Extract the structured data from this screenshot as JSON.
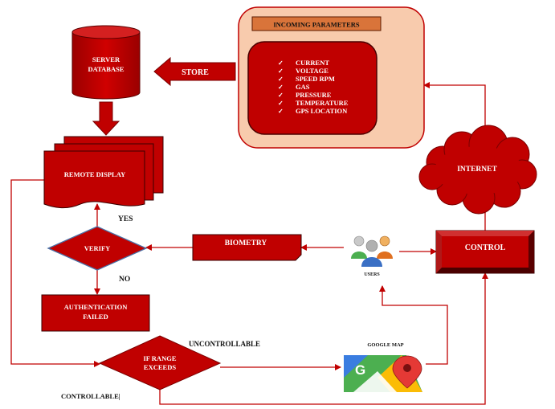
{
  "nodes": {
    "incoming_title": "INCOMING PARAMETERS",
    "parameters": [
      "CURRENT",
      "VOLTAGE",
      "SPEED RPM",
      "GAS",
      "PRESSURE",
      "TEMPERATURE",
      "GPS LOCATION"
    ],
    "check_glyph": "✓",
    "server_line1": "SERVER",
    "server_line2": "DATABASE",
    "store": "STORE",
    "remote_display": "REMOTE DISPLAY",
    "internet": "INTERNET",
    "verify": "VERIFY",
    "biometry": "BIOMETRY",
    "users": "USERS",
    "control": "CONTROL",
    "auth_line1": "AUTHENTICATION",
    "auth_line2": "FAILED",
    "range_line1": "IF RANGE",
    "range_line2": "EXCEEDS",
    "google_map": "GOOGLE MAP"
  },
  "labels": {
    "yes": "YES",
    "no": "NO",
    "uncontrollable": "UNCONTROLLABLE",
    "controllable": "CONTROLLABLE|"
  },
  "colors": {
    "main_red": "#c00000",
    "dark_red": "#8b0000",
    "panel_fill": "#f8cbad",
    "panel_border": "#c00000",
    "title_box": "#d9743a",
    "line": "#c00000"
  },
  "icons": [
    "users-icon",
    "google-maps-icon",
    "checkmark-icon"
  ]
}
